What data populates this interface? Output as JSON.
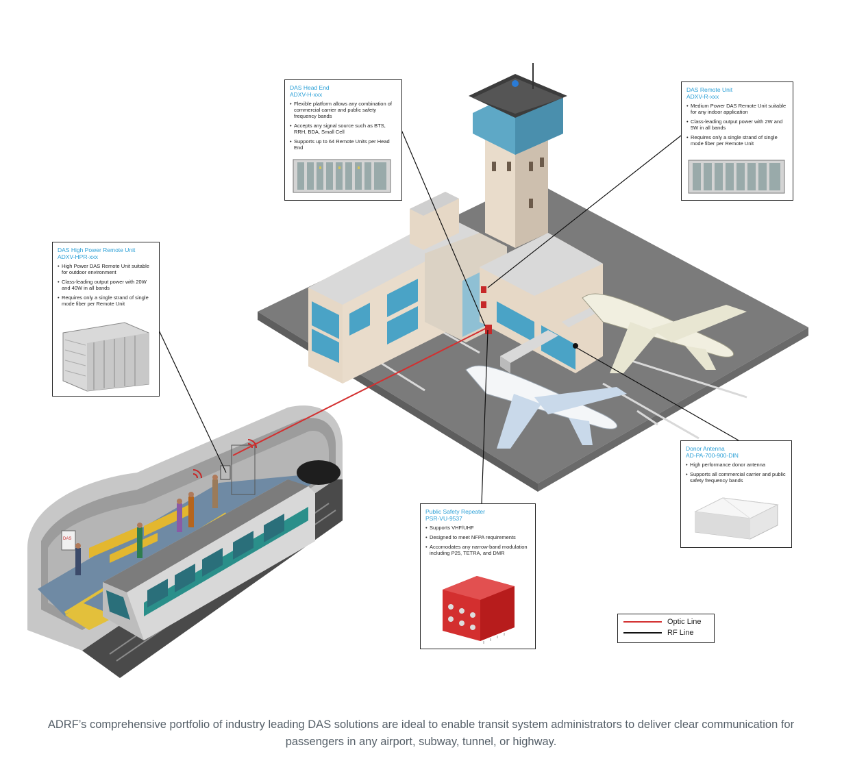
{
  "callouts": {
    "head_end": {
      "title": "DAS Head End",
      "model": "ADXV-H-xxx",
      "bullets": [
        "Flexible platform allows any combination of commercial carrier and public safety frequency bands",
        "Accepts any signal source such as BTS, RRH, BDA, Small Cell",
        "Supports up to 64 Remote Units per Head End"
      ]
    },
    "remote_unit": {
      "title": "DAS Remote Unit",
      "model": "ADXV-R-xxx",
      "bullets": [
        "Medium Power DAS Remote Unit suitable for any indoor application",
        "Class-leading output power with 2W and 5W in all bands",
        "Requires only a single strand of single mode fiber per Remote Unit"
      ]
    },
    "high_power": {
      "title": "DAS High Power Remote Unit",
      "model": "ADXV-HPR-xxx",
      "bullets": [
        "High Power DAS Remote Unit suitable for outdoor environment",
        "Class-leading output power with 20W and 40W in all bands",
        "Requires only a single strand of single mode fiber per Remote Unit"
      ]
    },
    "donor_antenna": {
      "title": "Donor Antenna",
      "model": "AD-PA-700-900-DIN",
      "bullets": [
        "High performance donor antenna",
        "Supports all commercial carrier and public safety frequency bands"
      ]
    },
    "repeater": {
      "title": "Public Safety Repeater",
      "model": "PSR-VU-9537",
      "bullets": [
        "Supports VHF/UHF",
        "Designed to meet NFPA requirements",
        "Accomodates any narrow-band modulation including P25, TETRA, and DMR"
      ]
    }
  },
  "legend": {
    "optic_label": "Optic Line",
    "rf_label": "RF Line",
    "optic_color": "#d32f2f",
    "rf_color": "#111111"
  },
  "scene": {
    "subway_sign": "DAS"
  },
  "caption": "ADRF’s comprehensive portfolio of industry leading DAS solutions are ideal to enable transit system administrators to deliver clear communication for passengers in any airport, subway, tunnel, or highway."
}
